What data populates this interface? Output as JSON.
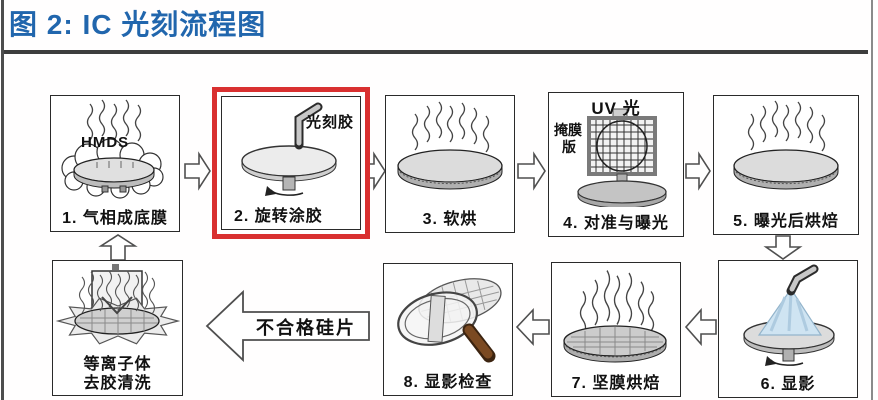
{
  "title": {
    "text": "图 2: IC 光刻流程图"
  },
  "colors": {
    "title": "#2166ad",
    "highlight_box": "#d93030",
    "rule": "#3d3d3d"
  },
  "steps": [
    {
      "label": "1. 气相成底膜",
      "annotation": "HMDS"
    },
    {
      "label": "2. 旋转涂胶",
      "annotation": "光刻胶",
      "highlighted": true
    },
    {
      "label": "3. 软烘"
    },
    {
      "label": "4. 对准与曝光",
      "top_annotation": "UV 光",
      "side_annotation_lines": [
        "掩膜",
        "版"
      ]
    },
    {
      "label": "5. 曝光后烘焙"
    },
    {
      "label": "6. 显影"
    },
    {
      "label": "7. 坚膜烘焙"
    },
    {
      "label": "8. 显影检查"
    },
    {
      "label_lines": [
        "等离子体",
        "去胶清洗"
      ]
    }
  ],
  "reject_arrow": {
    "label": "不合格硅片"
  }
}
